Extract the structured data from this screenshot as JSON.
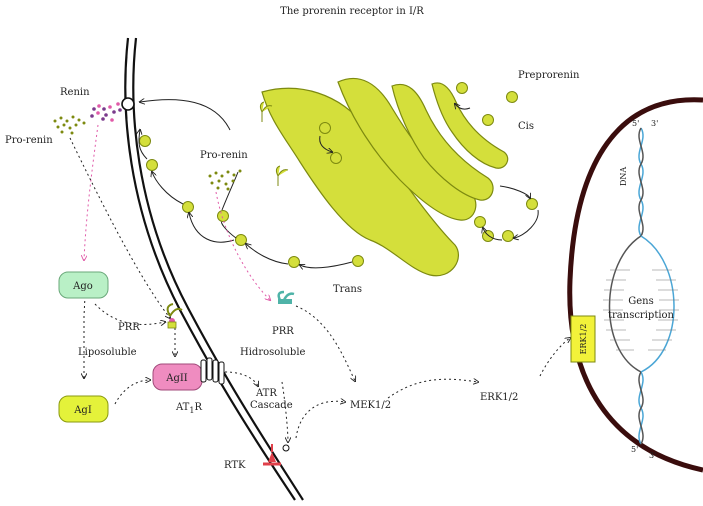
{
  "title": "The prorenin receptor in I/R",
  "colors": {
    "golgi": "#d4df3b",
    "golgi_stroke": "#7d8a10",
    "membrane": "#111111",
    "nucleus": "#3a0d0d",
    "ago": "#b9f0c6",
    "agi": "#e4f23a",
    "agii": "#ef8cc0",
    "erk_box": "#f2f23a",
    "dna_blue": "#4aa6d6",
    "receptor_teal": "#4fb3a8",
    "rtk_red": "#e0404a",
    "dotted_pink": "#e05aa8"
  },
  "labels": {
    "renin": "Renin",
    "pro_renin_left": "Pro-renin",
    "pro_renin_mid": "Pro-renin",
    "preprorenin": "Preprorenin",
    "cis": "Cis",
    "trans": "Trans",
    "ago": "Ago",
    "agi": "AgI",
    "agii": "AgII",
    "prr_left": "PRR",
    "prr_right": "PRR",
    "liposoluble": "Liposoluble",
    "hidrosoluble": "Hidrosoluble",
    "at1r_main": "AT",
    "at1r_sub": "1",
    "at1r_end": "R",
    "atr": "ATR",
    "cascade": "Cascade",
    "mek": "MEK1/2",
    "erk": "ERK1/2",
    "erk_box": "ERK1/2",
    "rtk": "RTK",
    "dna": "DNA",
    "gens_line1": "Gens",
    "gens_line2": "transcription",
    "five_prime": "5'",
    "three_prime": "3'"
  },
  "icons": [
    "receptor-icon",
    "rtk-icon",
    "at1r-channel-icon"
  ]
}
